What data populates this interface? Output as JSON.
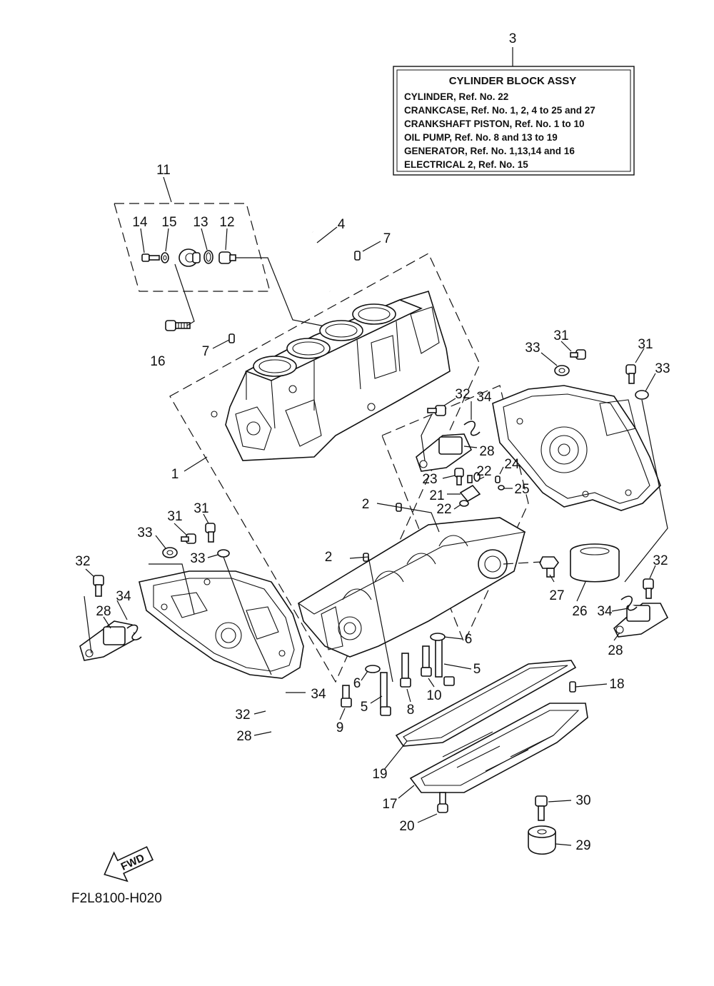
{
  "info_box": {
    "ref_number": "3",
    "title": "CYLINDER BLOCK ASSY",
    "lines": [
      "CYLINDER, Ref. No. 22",
      "CRANKCASE, Ref. No. 1, 2, 4 to 25 and 27",
      "CRANKSHAFT PISTON, Ref. No. 1 to 10",
      "OIL PUMP, Ref. No. 8 and 13 to 19",
      "GENERATOR, Ref. No. 1,13,14 and 16",
      "ELECTRICAL 2, Ref. No. 15"
    ]
  },
  "callouts": [
    {
      "label": "11"
    },
    {
      "label": "14"
    },
    {
      "label": "15"
    },
    {
      "label": "13"
    },
    {
      "label": "12"
    },
    {
      "label": "16"
    },
    {
      "label": "4"
    },
    {
      "label": "7"
    },
    {
      "label": "7"
    },
    {
      "label": "1"
    },
    {
      "label": "33"
    },
    {
      "label": "31"
    },
    {
      "label": "31"
    },
    {
      "label": "33"
    },
    {
      "label": "32"
    },
    {
      "label": "34"
    },
    {
      "label": "28"
    },
    {
      "label": "23"
    },
    {
      "label": "22"
    },
    {
      "label": "24"
    },
    {
      "label": "21"
    },
    {
      "label": "25"
    },
    {
      "label": "2"
    },
    {
      "label": "22"
    },
    {
      "label": "2"
    },
    {
      "label": "31"
    },
    {
      "label": "31"
    },
    {
      "label": "33"
    },
    {
      "label": "33"
    },
    {
      "label": "32"
    },
    {
      "label": "34"
    },
    {
      "label": "28"
    },
    {
      "label": "27"
    },
    {
      "label": "26"
    },
    {
      "label": "32"
    },
    {
      "label": "34"
    },
    {
      "label": "28"
    },
    {
      "label": "6"
    },
    {
      "label": "5"
    },
    {
      "label": "6"
    },
    {
      "label": "10"
    },
    {
      "label": "8"
    },
    {
      "label": "5"
    },
    {
      "label": "9"
    },
    {
      "label": "34"
    },
    {
      "label": "32"
    },
    {
      "label": "28"
    },
    {
      "label": "18"
    },
    {
      "label": "19"
    },
    {
      "label": "17"
    },
    {
      "label": "20"
    },
    {
      "label": "30"
    },
    {
      "label": "29"
    }
  ],
  "fwd_label": "FWD",
  "figure_code": "F2L8100-H020"
}
